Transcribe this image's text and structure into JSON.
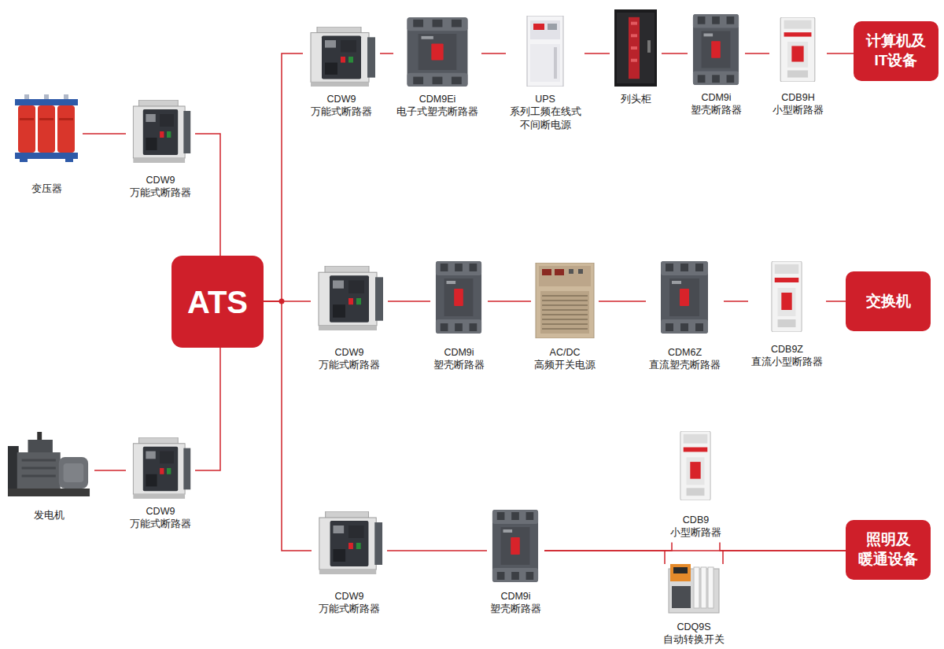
{
  "diagram": {
    "nodes": [
      {
        "text": [
          "变压器"
        ]
      },
      {
        "text": [
          "CDW9",
          "万能式断路器"
        ]
      },
      {
        "text": [
          "发电机"
        ]
      },
      {
        "text": [
          "CDW9",
          "万能式断路器"
        ]
      },
      {
        "text": [
          "ATS"
        ]
      },
      {
        "text": [
          "CDW9",
          "万能式断路器"
        ]
      },
      {
        "text": [
          "CDM9Ei",
          "电子式塑壳断路器"
        ]
      },
      {
        "text": [
          "UPS",
          "系列工频在线式 不间断电源"
        ]
      },
      {
        "text": [
          "列头柜"
        ]
      },
      {
        "text": [
          "CDM9i",
          "塑壳断路器"
        ]
      },
      {
        "text": [
          "CDB9H",
          "小型断路器"
        ]
      },
      {
        "text": [
          "计算机及 IT设备"
        ]
      },
      {
        "text": [
          "CDW9",
          "万能式断路器"
        ]
      },
      {
        "text": [
          "CDM9i",
          "塑壳断路器"
        ]
      },
      {
        "text": [
          "AC/DC",
          "高频开关电源"
        ]
      },
      {
        "text": [
          "CDM6Z",
          "直流塑壳断路器"
        ]
      },
      {
        "text": [
          "CDB9Z",
          "直流小型断路器"
        ]
      },
      {
        "text": [
          "交换机"
        ]
      },
      {
        "text": [
          "CDW9",
          "万能式断路器"
        ]
      },
      {
        "text": [
          "CDM9i",
          "塑壳断路器"
        ]
      },
      {
        "text": [
          "CDB9",
          "小型断路器"
        ]
      },
      {
        "text": [
          "CDQ9S",
          "自动转换开关"
        ]
      },
      {
        "text": [
          "照明及 暖通设备"
        ]
      }
    ],
    "edges": [
      {
        "from": 0,
        "to": 1,
        "arrow": "none"
      },
      {
        "from": 1,
        "to": 4,
        "arrow": "none"
      },
      {
        "from": 2,
        "to": 3,
        "arrow": "none"
      },
      {
        "from": 3,
        "to": 4,
        "arrow": "none"
      },
      {
        "from": 4,
        "to": 5,
        "arrow": "none"
      },
      {
        "from": 5,
        "to": 6,
        "arrow": "none"
      },
      {
        "from": 6,
        "to": 7,
        "arrow": "none"
      },
      {
        "from": 7,
        "to": 8,
        "arrow": "none"
      },
      {
        "from": 8,
        "to": 9,
        "arrow": "none"
      },
      {
        "from": 9,
        "to": 10,
        "arrow": "none"
      },
      {
        "from": 10,
        "to": 11,
        "arrow": "none"
      },
      {
        "from": 4,
        "to": 12,
        "arrow": "none"
      },
      {
        "from": 12,
        "to": 13,
        "arrow": "none"
      },
      {
        "from": 13,
        "to": 14,
        "arrow": "none"
      },
      {
        "from": 14,
        "to": 15,
        "arrow": "none"
      },
      {
        "from": 15,
        "to": 16,
        "arrow": "none"
      },
      {
        "from": 16,
        "to": 17,
        "arrow": "none"
      },
      {
        "from": 4,
        "to": 18,
        "arrow": "none"
      },
      {
        "from": 18,
        "to": 19,
        "arrow": "none"
      },
      {
        "from": 19,
        "to": 20,
        "arrow": "none"
      },
      {
        "from": 19,
        "to": 21,
        "arrow": "none"
      },
      {
        "from": 20,
        "to": 22,
        "arrow": "none"
      },
      {
        "from": 21,
        "to": 22,
        "arrow": "none"
      }
    ]
  }
}
